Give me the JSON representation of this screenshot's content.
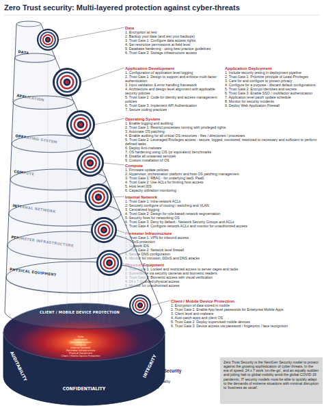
{
  "diagram": {
    "title": "Zero Trust security: Multi-layered protection against cyber-threats",
    "nodes": [
      {
        "text": [
          "DATA"
        ]
      },
      {
        "text": [
          "APPLICATION"
        ]
      },
      {
        "text": [
          "OPERATING SYSTEM"
        ]
      },
      {
        "text": [
          "COMPUTE"
        ]
      },
      {
        "text": [
          "INTERNAL NETWORK"
        ]
      },
      {
        "text": [
          "PERIMETER INFRASTRUCTURE"
        ]
      },
      {
        "text": [
          "PHYSICAL EQUIPMENT"
        ]
      },
      {
        "text": [
          "CLIENT / MOBILE DEVICE PROTECTION"
        ]
      },
      {
        "text": [
          "AUDITABILITY",
          "CONFIDENTIALITY",
          "INTEGRITY",
          "Data",
          "Application",
          "Operating System",
          "Compute",
          "Internal Network",
          "Perimeter Infrastructure",
          "Physical Equipment",
          "Client / Mobile Device Protection"
        ]
      },
      {
        "text": [
          "Zero Trust Security is the NextGen Security model to protect against the growing sophistication of cyber threats. In the era of speed, 24 x 7 work 'on-the-go', and an equally sudden and jolting halt to global mobility amid the global COVID-19 pandemic, IT security models must be able to quickly adapt to the demands of extreme situations with minimal disruption to 'business as usual'."
        ]
      }
    ],
    "labels": [
      "Data",
      "1. Encryption at rest",
      "2. Backup your data (and test your backups)",
      "3. Trust Gate 1: Configure data access rights",
      "4. Set restrictive permissions at field level",
      "5. Database hardening - using best practice guidelines",
      "6. Trust Gate 2: Storage infrastructure access",
      "Application Development",
      "1. Configuration of application level logging",
      "2. Trust Gate 1: Design to support and enforce multi-factor authentication",
      "3. Input validation & error handling framework",
      "4. Architecture and design level alignment with applicable security policies",
      "5. Trust Gate 2: Code for identity and access management policies",
      "6. Trust Gate 3: Implement API Authentication",
      "7. Secure coding practices",
      "Application Deployment",
      "1. Include security testing in deployment pipeline",
      "2. Trust Gate 1: Prioritize principle of Least Privileges",
      "3. Care for and configure to protect privacy",
      "4. Configure for a purpose - discard default configurations",
      "5. Trust Gate 2: Encrypt identities and secrets",
      "6. Trust Gate 3: Enable SSO / multifactor authentication",
      "7. Application level patch update schedule",
      "8. Monitor for security incidents",
      "9. Deploy Web Application Firewall",
      "Operating System",
      "1. Enable logging and auditing",
      "2. Trust Gate 1: Restrict processes running with privileged rights",
      "3. Automate OS patching",
      "4. Enable auditing for all critical OS resources - files / directories / processes",
      "5. Trust Gate 2: Leveraged Privileges access - secure, logged, monitored, restricted to necessary and sufficient to perform defined tasks",
      "6. Deploy Anti-malware",
      "7. OS hardening using CIS (or equivalent) benchmarks",
      "8. Disable all unwanted services",
      "9. Custom installation of OS",
      "Compute",
      "1. Firmware update policies",
      "2. Hypervisor, orchestration platform and host OS patching management",
      "3. Trust Gate 1: RBAC - for underlying IaaS, PaaS",
      "4. Trust Gate 2: Use ACLs for limiting host access",
      "5. Host level IDS",
      "6. Capacity utilization monitoring",
      "Internal Network",
      "1. Trust Gate 1: Intra-network ACLs",
      "2. Securely configure of routing / switching and VLAN",
      "3. Centralized logging",
      "4. Trust Gate 2: Design for role-based network segmentation",
      "5. Security fixes for networking OS",
      "6. Trust Gate 3: Deny by default - Network Security Groups and ACLs",
      "7. Trust Gate 4: Configure network ACLs and monitor for unauthorized access",
      "Perimeter Infrastructure",
      "1. Trust Gate 1: VPN for inbound access",
      "2. DDoS protection",
      "3. Network IDS",
      "4. Trust Gate 2: Network level firewall",
      "5. Secure DNS configuration",
      "6. Monitor for intrusion, DDoS and DNS attacks",
      "Physical Equipment",
      "1. Trust Gate 1: Locked and restricted access to server cages and racks",
      "2. Surveillance via security cameras and biometric readers",
      "3. Trust Gate 2: Biometric access with visual verification",
      "4. 24 x 7 Guarded physical access",
      "5. Monitor for unauthorized access",
      "Client / Mobile Device Protection",
      "1. Encryption of data stored in mobile",
      "2. Trust Gate 1: Enable App level passwords for Enterprise Mobile Apps",
      "3. Client level anti-malware",
      "4. Auto-patch apps and client OS",
      "5. Trust Gate 2: Deploy supervised mobile devices",
      "6. Trust Gate 3: Device access via password / fingerprint / face recognition",
      "3 Pillars of Security",
      "1. Auditability",
      "2. Confidentiality",
      "3. Integrity"
    ]
  }
}
